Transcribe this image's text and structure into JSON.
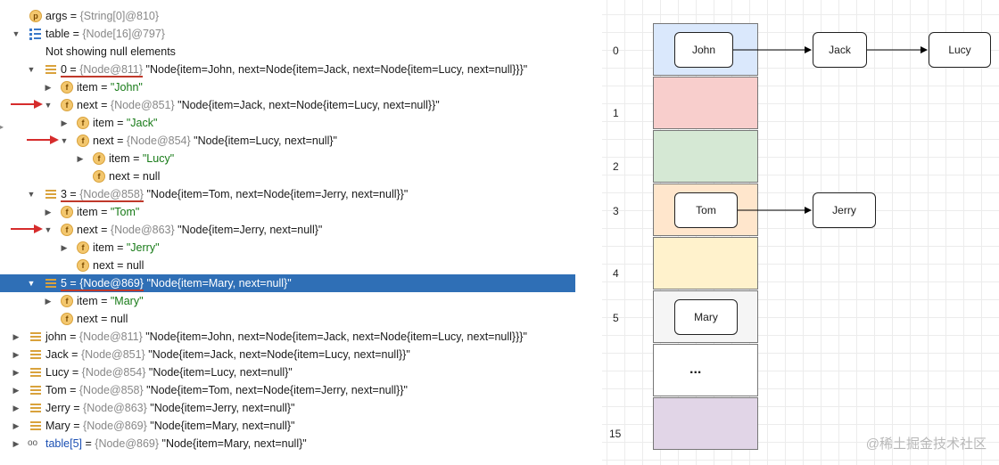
{
  "tree": {
    "r0": {
      "name": "args",
      "eq": " = ",
      "ref": "{String[0]@810}"
    },
    "r1": {
      "name": "table",
      "eq": " = ",
      "ref": "{Node[16]@797}"
    },
    "r2": {
      "text": "Not showing null elements"
    },
    "r3": {
      "name": "0 = ",
      "ref": "{Node@811}",
      "val": " \"Node{item=John, next=Node{item=Jack, next=Node{item=Lucy, next=null}}}\""
    },
    "r4": {
      "name": "item",
      "eq": " = ",
      "val": "\"John\""
    },
    "r5": {
      "name": "next",
      "eq": " = ",
      "ref": "{Node@851}",
      "val": " \"Node{item=Jack, next=Node{item=Lucy, next=null}}\""
    },
    "r6": {
      "name": "item",
      "eq": " = ",
      "val": "\"Jack\""
    },
    "r7": {
      "name": "next",
      "eq": " = ",
      "ref": "{Node@854}",
      "val": " \"Node{item=Lucy, next=null}\""
    },
    "r8": {
      "name": "item",
      "eq": " = ",
      "val": "\"Lucy\""
    },
    "r9": {
      "name": "next",
      "eq": " = ",
      "val": "null"
    },
    "r10": {
      "name": "3 = ",
      "ref": "{Node@858}",
      "val": " \"Node{item=Tom, next=Node{item=Jerry, next=null}}\""
    },
    "r11": {
      "name": "item",
      "eq": " = ",
      "val": "\"Tom\""
    },
    "r12": {
      "name": "next",
      "eq": " = ",
      "ref": "{Node@863}",
      "val": " \"Node{item=Jerry, next=null}\""
    },
    "r13": {
      "name": "item",
      "eq": " = ",
      "val": "\"Jerry\""
    },
    "r14": {
      "name": "next",
      "eq": " = ",
      "val": "null"
    },
    "r15": {
      "name": "5 = ",
      "ref": "{Node@869}",
      "val": " \"Node{item=Mary, next=null}\""
    },
    "r16": {
      "name": "item",
      "eq": " = ",
      "val": "\"Mary\""
    },
    "r17": {
      "name": "next",
      "eq": " = ",
      "val": "null"
    },
    "r18": {
      "name": "john",
      "eq": " = ",
      "ref": "{Node@811}",
      "val": " \"Node{item=John, next=Node{item=Jack, next=Node{item=Lucy, next=null}}}\""
    },
    "r19": {
      "name": "Jack",
      "eq": " = ",
      "ref": "{Node@851}",
      "val": " \"Node{item=Jack, next=Node{item=Lucy, next=null}}\""
    },
    "r20": {
      "name": "Lucy",
      "eq": " = ",
      "ref": "{Node@854}",
      "val": " \"Node{item=Lucy, next=null}\""
    },
    "r21": {
      "name": "Tom",
      "eq": " = ",
      "ref": "{Node@858}",
      "val": " \"Node{item=Tom, next=Node{item=Jerry, next=null}}\""
    },
    "r22": {
      "name": "Jerry",
      "eq": " = ",
      "ref": "{Node@863}",
      "val": " \"Node{item=Jerry, next=null}\""
    },
    "r23": {
      "name": "Mary",
      "eq": " = ",
      "ref": "{Node@869}",
      "val": " \"Node{item=Mary, next=null}\""
    },
    "r24": {
      "name": "table[5]",
      "eq": " = ",
      "ref": "{Node@869}",
      "val": " \"Node{item=Mary, next=null}\""
    }
  },
  "icons": {
    "p": "p",
    "f": "f"
  },
  "diagram": {
    "indices": [
      "0",
      "1",
      "2",
      "3",
      "4",
      "5",
      "15"
    ],
    "nodes": {
      "john": "John",
      "jack": "Jack",
      "lucy": "Lucy",
      "tom": "Tom",
      "jerry": "Jerry",
      "mary": "Mary"
    },
    "ellipsis": "...",
    "cell_colors": [
      "#dae8fc",
      "#f8cecc",
      "#d5e8d4",
      "#ffe6cc",
      "#fff2cc",
      "#f5f5f5",
      "#ffffff",
      "#e1d5e7"
    ]
  },
  "watermark": "@稀土掘金技术社区",
  "colors": {
    "selected_row": "#2f6fb6",
    "annotation_red": "#d62c2c",
    "string_value": "#167a16"
  }
}
